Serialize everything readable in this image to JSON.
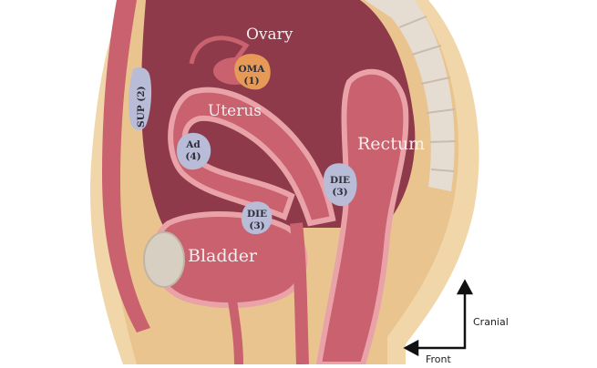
{
  "colors": {
    "skin": "#f0d6a8",
    "fat": "#e9c48f",
    "cavity": "#8e3a4a",
    "muscle": "#c9616f",
    "muscle_light": "#e9a2a8",
    "lesion_blue": "#b9bcd6",
    "lesion_orange": "#e79a57",
    "spine": "#e6ddd2"
  },
  "organs": {
    "ovary": "Ovary",
    "uterus": "Uterus",
    "rectum": "Rectum",
    "bladder": "Bladder"
  },
  "lesions": {
    "oma": {
      "abbr": "OMA",
      "num": "(1)"
    },
    "sup": "SUP (2)",
    "ad": {
      "abbr": "Ad",
      "num": "(4)"
    },
    "die_rectum": {
      "abbr": "DIE",
      "num": "(3)"
    },
    "die_bladder": {
      "abbr": "DIE",
      "num": "(3)"
    }
  },
  "axes": {
    "cranial": "Cranial",
    "front": "Front"
  }
}
